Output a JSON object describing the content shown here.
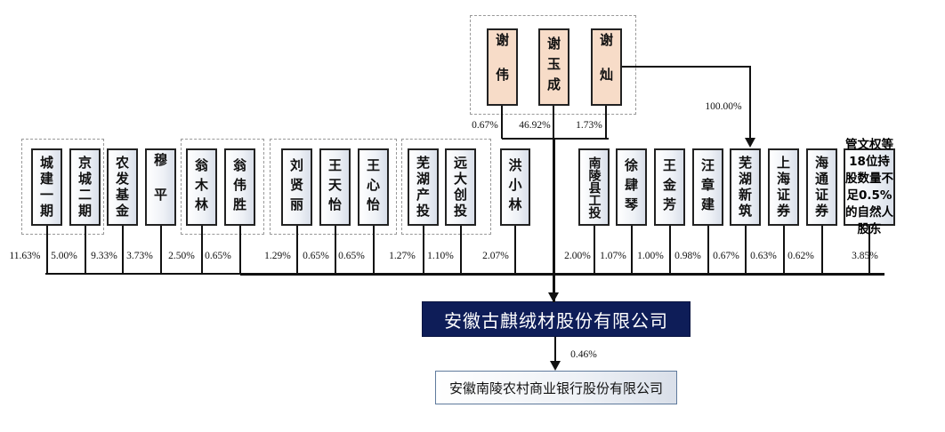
{
  "top_holders": [
    {
      "name": "谢伟",
      "pct": "0.67%"
    },
    {
      "name": "谢玉成",
      "pct": "46.92%"
    },
    {
      "name": "谢灿",
      "pct": "1.73%"
    }
  ],
  "xiecan_to_wuhu_xinzhu_pct": "100.00%",
  "shareholders": [
    {
      "name": "城建一期",
      "pct": "11.63%"
    },
    {
      "name": "京城二期",
      "pct": "5.00%"
    },
    {
      "name": "农发基金",
      "pct": "9.33%"
    },
    {
      "name": "穆平",
      "pct": "3.73%"
    },
    {
      "name": "翁木林",
      "pct": "2.50%"
    },
    {
      "name": "翁伟胜",
      "pct": "0.65%"
    },
    {
      "name": "刘贤丽",
      "pct": "1.29%"
    },
    {
      "name": "王天怡",
      "pct": "0.65%"
    },
    {
      "name": "王心怡",
      "pct": "0.65%"
    },
    {
      "name": "芜湖产投",
      "pct": "1.27%"
    },
    {
      "name": "远大创投",
      "pct": "1.10%"
    },
    {
      "name": "洪小林",
      "pct": "2.07%"
    },
    {
      "name": "南陵县工投",
      "pct": "2.00%"
    },
    {
      "name": "徐肆琴",
      "pct": "1.07%"
    },
    {
      "name": "王金芳",
      "pct": "1.00%"
    },
    {
      "name": "汪章建",
      "pct": "0.98%"
    },
    {
      "name": "芜湖新筑",
      "pct": "0.67%"
    },
    {
      "name": "上海证券",
      "pct": "0.63%"
    },
    {
      "name": "海通证券",
      "pct": "0.62%"
    },
    {
      "name": "管文权等18位持股数量不足0.5%的自然人股东",
      "pct": "3.85%"
    }
  ],
  "company": "安徽古麒绒材股份有限公司",
  "investee": {
    "name": "安徽南陵农村商业银行股份有限公司",
    "pct": "0.46%"
  },
  "colors": {
    "company_bg": "#0e1d58",
    "top_holder_bg": "#f7dcc8"
  }
}
